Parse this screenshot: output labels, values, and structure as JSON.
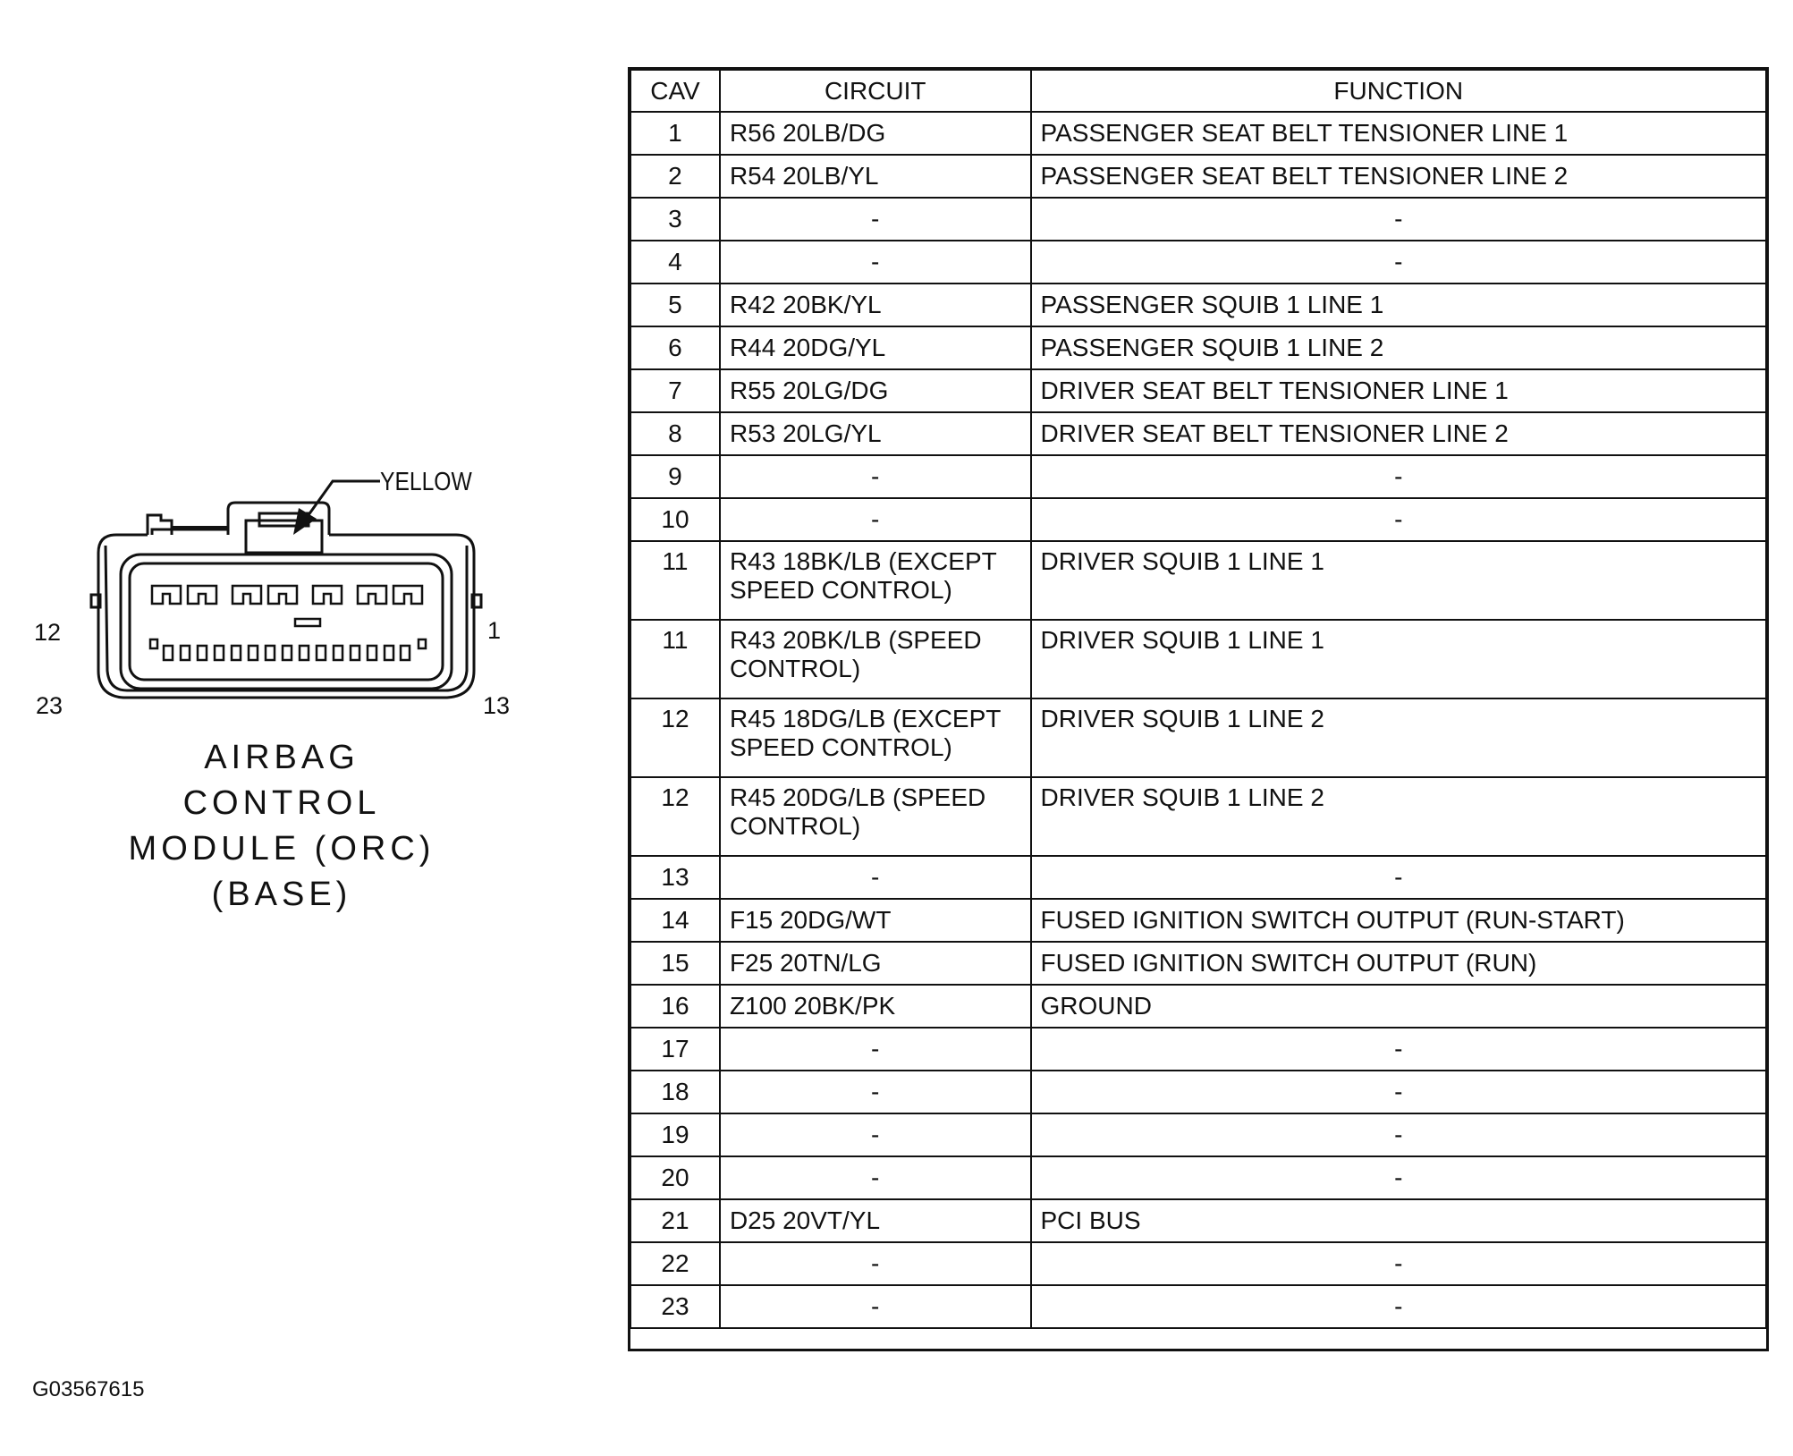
{
  "connector": {
    "arrow_label": "YELLOW",
    "pin_labels": {
      "top_left": "12",
      "top_right": "1",
      "bottom_left": "23",
      "bottom_right": "13"
    },
    "title_lines": [
      "AIRBAG",
      "CONTROL",
      "MODULE (ORC)",
      "(BASE)"
    ]
  },
  "figure_id": "G03567615",
  "table": {
    "headers": {
      "cav": "CAV",
      "circuit": "CIRCUIT",
      "function": "FUNCTION"
    },
    "rows": [
      {
        "cav": "1",
        "circuit": "R56 20LB/DG",
        "function": "PASSENGER SEAT BELT TENSIONER LINE 1"
      },
      {
        "cav": "2",
        "circuit": "R54 20LB/YL",
        "function": "PASSENGER SEAT BELT TENSIONER LINE 2"
      },
      {
        "cav": "3",
        "circuit": "-",
        "function": "-"
      },
      {
        "cav": "4",
        "circuit": "-",
        "function": "-"
      },
      {
        "cav": "5",
        "circuit": "R42 20BK/YL",
        "function": "PASSENGER SQUIB 1 LINE 1"
      },
      {
        "cav": "6",
        "circuit": "R44 20DG/YL",
        "function": "PASSENGER SQUIB 1 LINE 2"
      },
      {
        "cav": "7",
        "circuit": "R55 20LG/DG",
        "function": "DRIVER SEAT BELT TENSIONER LINE 1"
      },
      {
        "cav": "8",
        "circuit": "R53 20LG/YL",
        "function": "DRIVER SEAT BELT TENSIONER LINE 2"
      },
      {
        "cav": "9",
        "circuit": "-",
        "function": "-"
      },
      {
        "cav": "10",
        "circuit": "-",
        "function": "-"
      },
      {
        "cav": "11",
        "circuit": "R43 18BK/LB (EXCEPT SPEED CONTROL)",
        "function": "DRIVER SQUIB 1 LINE 1"
      },
      {
        "cav": "11",
        "circuit": "R43 20BK/LB (SPEED CONTROL)",
        "function": "DRIVER SQUIB 1 LINE 1"
      },
      {
        "cav": "12",
        "circuit": "R45 18DG/LB (EXCEPT SPEED CONTROL)",
        "function": "DRIVER SQUIB 1 LINE 2"
      },
      {
        "cav": "12",
        "circuit": "R45 20DG/LB (SPEED CONTROL)",
        "function": "DRIVER SQUIB 1 LINE 2"
      },
      {
        "cav": "13",
        "circuit": "-",
        "function": "-"
      },
      {
        "cav": "14",
        "circuit": "F15 20DG/WT",
        "function": "FUSED IGNITION SWITCH OUTPUT (RUN-START)"
      },
      {
        "cav": "15",
        "circuit": "F25 20TN/LG",
        "function": "FUSED IGNITION SWITCH OUTPUT (RUN)"
      },
      {
        "cav": "16",
        "circuit": "Z100 20BK/PK",
        "function": "GROUND"
      },
      {
        "cav": "17",
        "circuit": "-",
        "function": "-"
      },
      {
        "cav": "18",
        "circuit": "-",
        "function": "-"
      },
      {
        "cav": "19",
        "circuit": "-",
        "function": "-"
      },
      {
        "cav": "20",
        "circuit": "-",
        "function": "-"
      },
      {
        "cav": "21",
        "circuit": "D25 20VT/YL",
        "function": "PCI BUS"
      },
      {
        "cav": "22",
        "circuit": "-",
        "function": "-"
      },
      {
        "cav": "23",
        "circuit": "-",
        "function": "-"
      }
    ]
  }
}
